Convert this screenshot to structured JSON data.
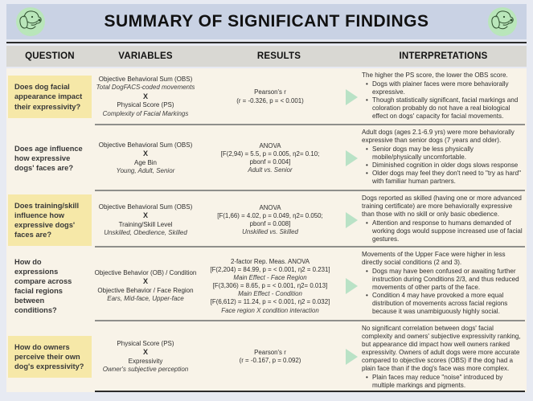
{
  "page": {
    "title": "SUMMARY OF SIGNIFICANT FINDINGS"
  },
  "colors": {
    "titlebar_bg": "#c9d2e4",
    "colhead_bg": "#d9d8d3",
    "body_bg": "#f8f3e8",
    "question_highlight": "#f6e8a8",
    "arrow_mint": "#b9e2c6",
    "badge_green": "#b9e6ba",
    "dark_line": "#2b2b2b"
  },
  "icons": {
    "left_badge": "dog-head-badge-icon",
    "right_badge": "dog-head-badge-icon",
    "row_arrow": "arrow-right-icon"
  },
  "table": {
    "columns": [
      "QUESTION",
      "VARIABLES",
      "RESULTS",
      "INTERPRETATIONS"
    ],
    "rows": [
      {
        "question": "Does dog facial appearance impact their expressivity?",
        "highlighted": true,
        "variables": [
          {
            "text": "Objective Behavioral Sum (OBS)",
            "style": "n"
          },
          {
            "text": "Total DogFACS-coded movements",
            "style": "i"
          },
          {
            "text": "X",
            "style": "b"
          },
          {
            "text": "Physical Score (PS)",
            "style": "n"
          },
          {
            "text": "Complexity of Facial Markings",
            "style": "i"
          }
        ],
        "results": [
          {
            "text": "Pearson's r",
            "style": "n"
          },
          {
            "text": "(r = -0.326, p = < 0.001)",
            "style": "n"
          }
        ],
        "interpretation": {
          "lead": "The higher the PS score, the lower the OBS score.",
          "bullets": [
            "Dogs with plainer faces were more behaviorally expressive.",
            "Though statistically significant, facial markings and coloration probably do not have a real biological effect on dogs' capacity for facial movements."
          ]
        }
      },
      {
        "question": "Does age influence how expressive dogs' faces are?",
        "highlighted": false,
        "variables": [
          {
            "text": "Objective Behavioral Sum (OBS)",
            "style": "n"
          },
          {
            "text": "X",
            "style": "b"
          },
          {
            "text": "Age Bin",
            "style": "n"
          },
          {
            "text": "Young, Adult, Senior",
            "style": "i"
          }
        ],
        "results": [
          {
            "text": "ANOVA",
            "style": "n"
          },
          {
            "text": "[F(2,94) = 5.5, p = 0.005, η2= 0.10;",
            "style": "n"
          },
          {
            "text": "pbonf = 0.004]",
            "style": "n"
          },
          {
            "text": "Adult vs. Senior",
            "style": "i"
          }
        ],
        "interpretation": {
          "lead": "Adult dogs (ages 2.1-6.9 yrs) were more behaviorally expressive than senior dogs (7 years and older).",
          "bullets": [
            "Senior dogs may be less physically mobile/physically uncomfortable.",
            "Diminished cognition in older dogs slows response",
            "Older dogs may feel they don't need to \"try as hard\" with familiar human partners."
          ]
        }
      },
      {
        "question": "Does training/skill influence how expressive dogs' faces are?",
        "highlighted": true,
        "variables": [
          {
            "text": "Objective Behavioral Sum (OBS)",
            "style": "n"
          },
          {
            "text": "X",
            "style": "b"
          },
          {
            "text": "Training/Skill Level",
            "style": "n"
          },
          {
            "text": "Unskilled, Obedience, Skilled",
            "style": "i"
          }
        ],
        "results": [
          {
            "text": "ANOVA",
            "style": "n"
          },
          {
            "text": "[F(1,66) = 4.02, p = 0.049, η2= 0.050;",
            "style": "n"
          },
          {
            "text": "pbonf = 0.008]",
            "style": "n"
          },
          {
            "text": "Unskilled vs. Skilled",
            "style": "i"
          }
        ],
        "interpretation": {
          "lead": "Dogs reported as skilled (having one or more advanced training certificate) are more behaviorally expressive than those with no skill or only basic obedience.",
          "bullets": [
            "Attention and response to humans demanded of working dogs would suppose increased use of facial gestures."
          ]
        }
      },
      {
        "question": "How do expressions compare across facial regions between conditions?",
        "highlighted": false,
        "variables": [
          {
            "text": "Objective Behavior (OB) / Condition",
            "style": "n"
          },
          {
            "text": "X",
            "style": "b"
          },
          {
            "text": "Objective Behavior / Face Region",
            "style": "n"
          },
          {
            "text": "Ears, Mid-face, Upper-face",
            "style": "i"
          }
        ],
        "results": [
          {
            "text": "2-factor Rep. Meas. ANOVA",
            "style": "n"
          },
          {
            "text": "[F(2,204) = 84.99, p = < 0.001, η2 = 0.231]",
            "style": "n"
          },
          {
            "text": "Main Effect - Face Region",
            "style": "i"
          },
          {
            "text": "[F(3,306) = 8.65, p = < 0.001, η2= 0.013]",
            "style": "n"
          },
          {
            "text": "Main Effect - Condition",
            "style": "i"
          },
          {
            "text": "[F(6,612) = 11.24, p = < 0.001, η2 = 0.032]",
            "style": "n"
          },
          {
            "text": "Face region X condition interaction",
            "style": "i"
          }
        ],
        "interpretation": {
          "lead": "Movements of the Upper Face were higher in less directly social conditions (2 and 3).",
          "bullets": [
            "Dogs may have been confused or awaiting further instruction during Conditions 2/3, and thus reduced movements of other parts of the face.",
            "Condition 4 may have provoked a more equal distribution of movements across facial regions because it was unambiguously highly social."
          ]
        }
      },
      {
        "question": "How do owners perceive their own dog's expressivity?",
        "highlighted": true,
        "variables": [
          {
            "text": "Physical Score (PS)",
            "style": "n"
          },
          {
            "text": "X",
            "style": "b"
          },
          {
            "text": "Expressivity",
            "style": "n"
          },
          {
            "text": "Owner's subjective perception",
            "style": "i"
          }
        ],
        "results": [
          {
            "text": "Pearson's r",
            "style": "n"
          },
          {
            "text": "(r = -0.167, p = 0.092)",
            "style": "n"
          }
        ],
        "interpretation": {
          "lead": "No significant correlation between dogs' facial complexity and owners' subjective expressivity ranking, but appearance did impact how well owners ranked expressivity. Owners of adult dogs were more accurate compared to objective scores (OBS) if the dog had a plain face than if the dog's face was more complex.",
          "bullets": [
            "Plain faces may reduce \"noise\" introduced by multiple markings and pigments."
          ]
        }
      }
    ]
  }
}
